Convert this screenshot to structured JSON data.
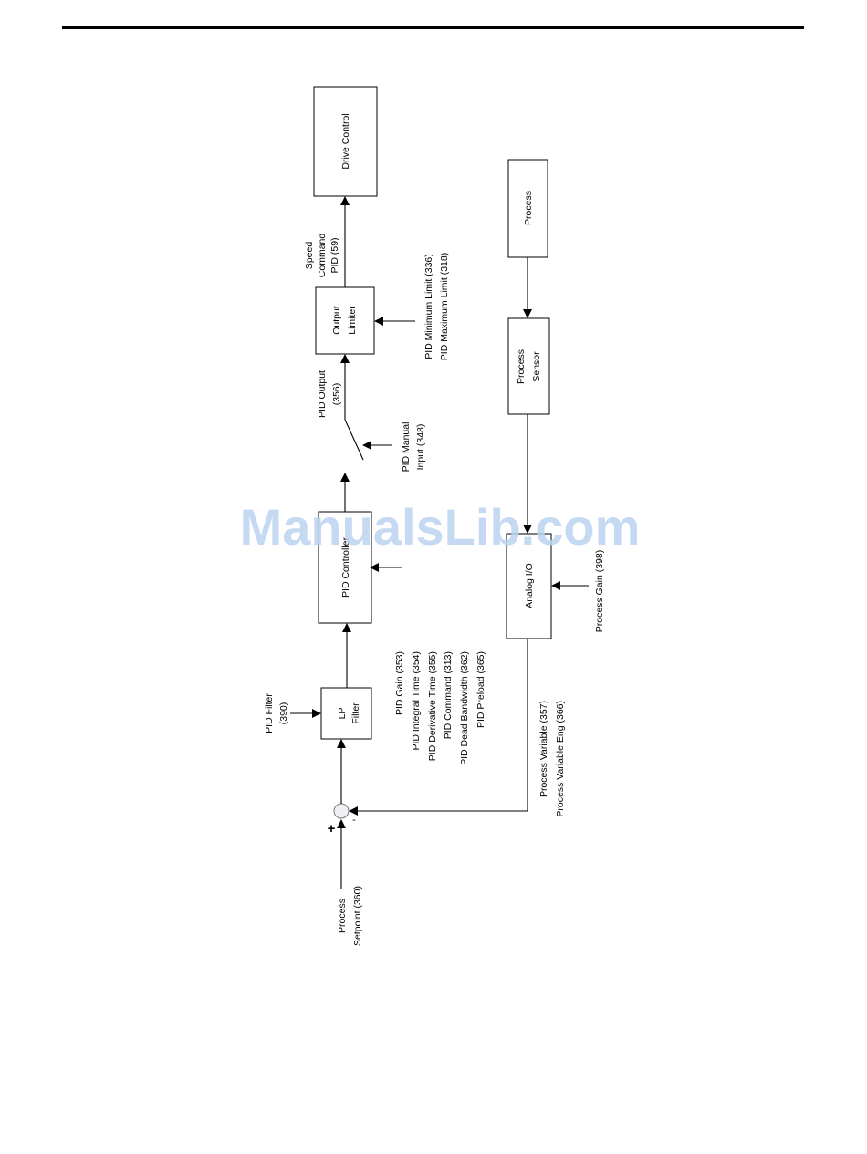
{
  "watermark": "ManualsLib.com",
  "blocks": {
    "drive_control": "Drive Control",
    "process": "Process",
    "output_limiter": [
      "Output",
      "Limiter"
    ],
    "process_sensor": [
      "Process",
      "Sensor"
    ],
    "pid_controller": "PID Controller",
    "analog_io": "Analog I/O",
    "lp_filter": [
      "LP",
      "Filter"
    ]
  },
  "signals": {
    "speed_command": [
      "Speed",
      "Command",
      "PID (59)"
    ],
    "pid_limits": [
      "PID Minimum Limit (336)",
      "PID Maximum Limit (318)"
    ],
    "pid_output": [
      "PID Output",
      "(356)"
    ],
    "pid_manual_input": [
      "PID Manual",
      "Input (348)"
    ],
    "pid_params": [
      "PID Gain  (353)",
      "PID Integral Time  (354)",
      "PID Derivative Time  (355)",
      "PID Command  (313)",
      "PID Dead Bandwidth  (362)",
      "PID Preload  (365)"
    ],
    "process_gain": "Process Gain (398)",
    "pid_filter": [
      "PID Filter",
      "(390)"
    ],
    "process_variable": [
      "Process Variable  (357)",
      "Process Variable Eng  (366)"
    ],
    "process_setpoint": [
      "Process",
      "Setpoint  (360)"
    ]
  },
  "summing_junction": {
    "plus": "+",
    "minus": "-"
  }
}
